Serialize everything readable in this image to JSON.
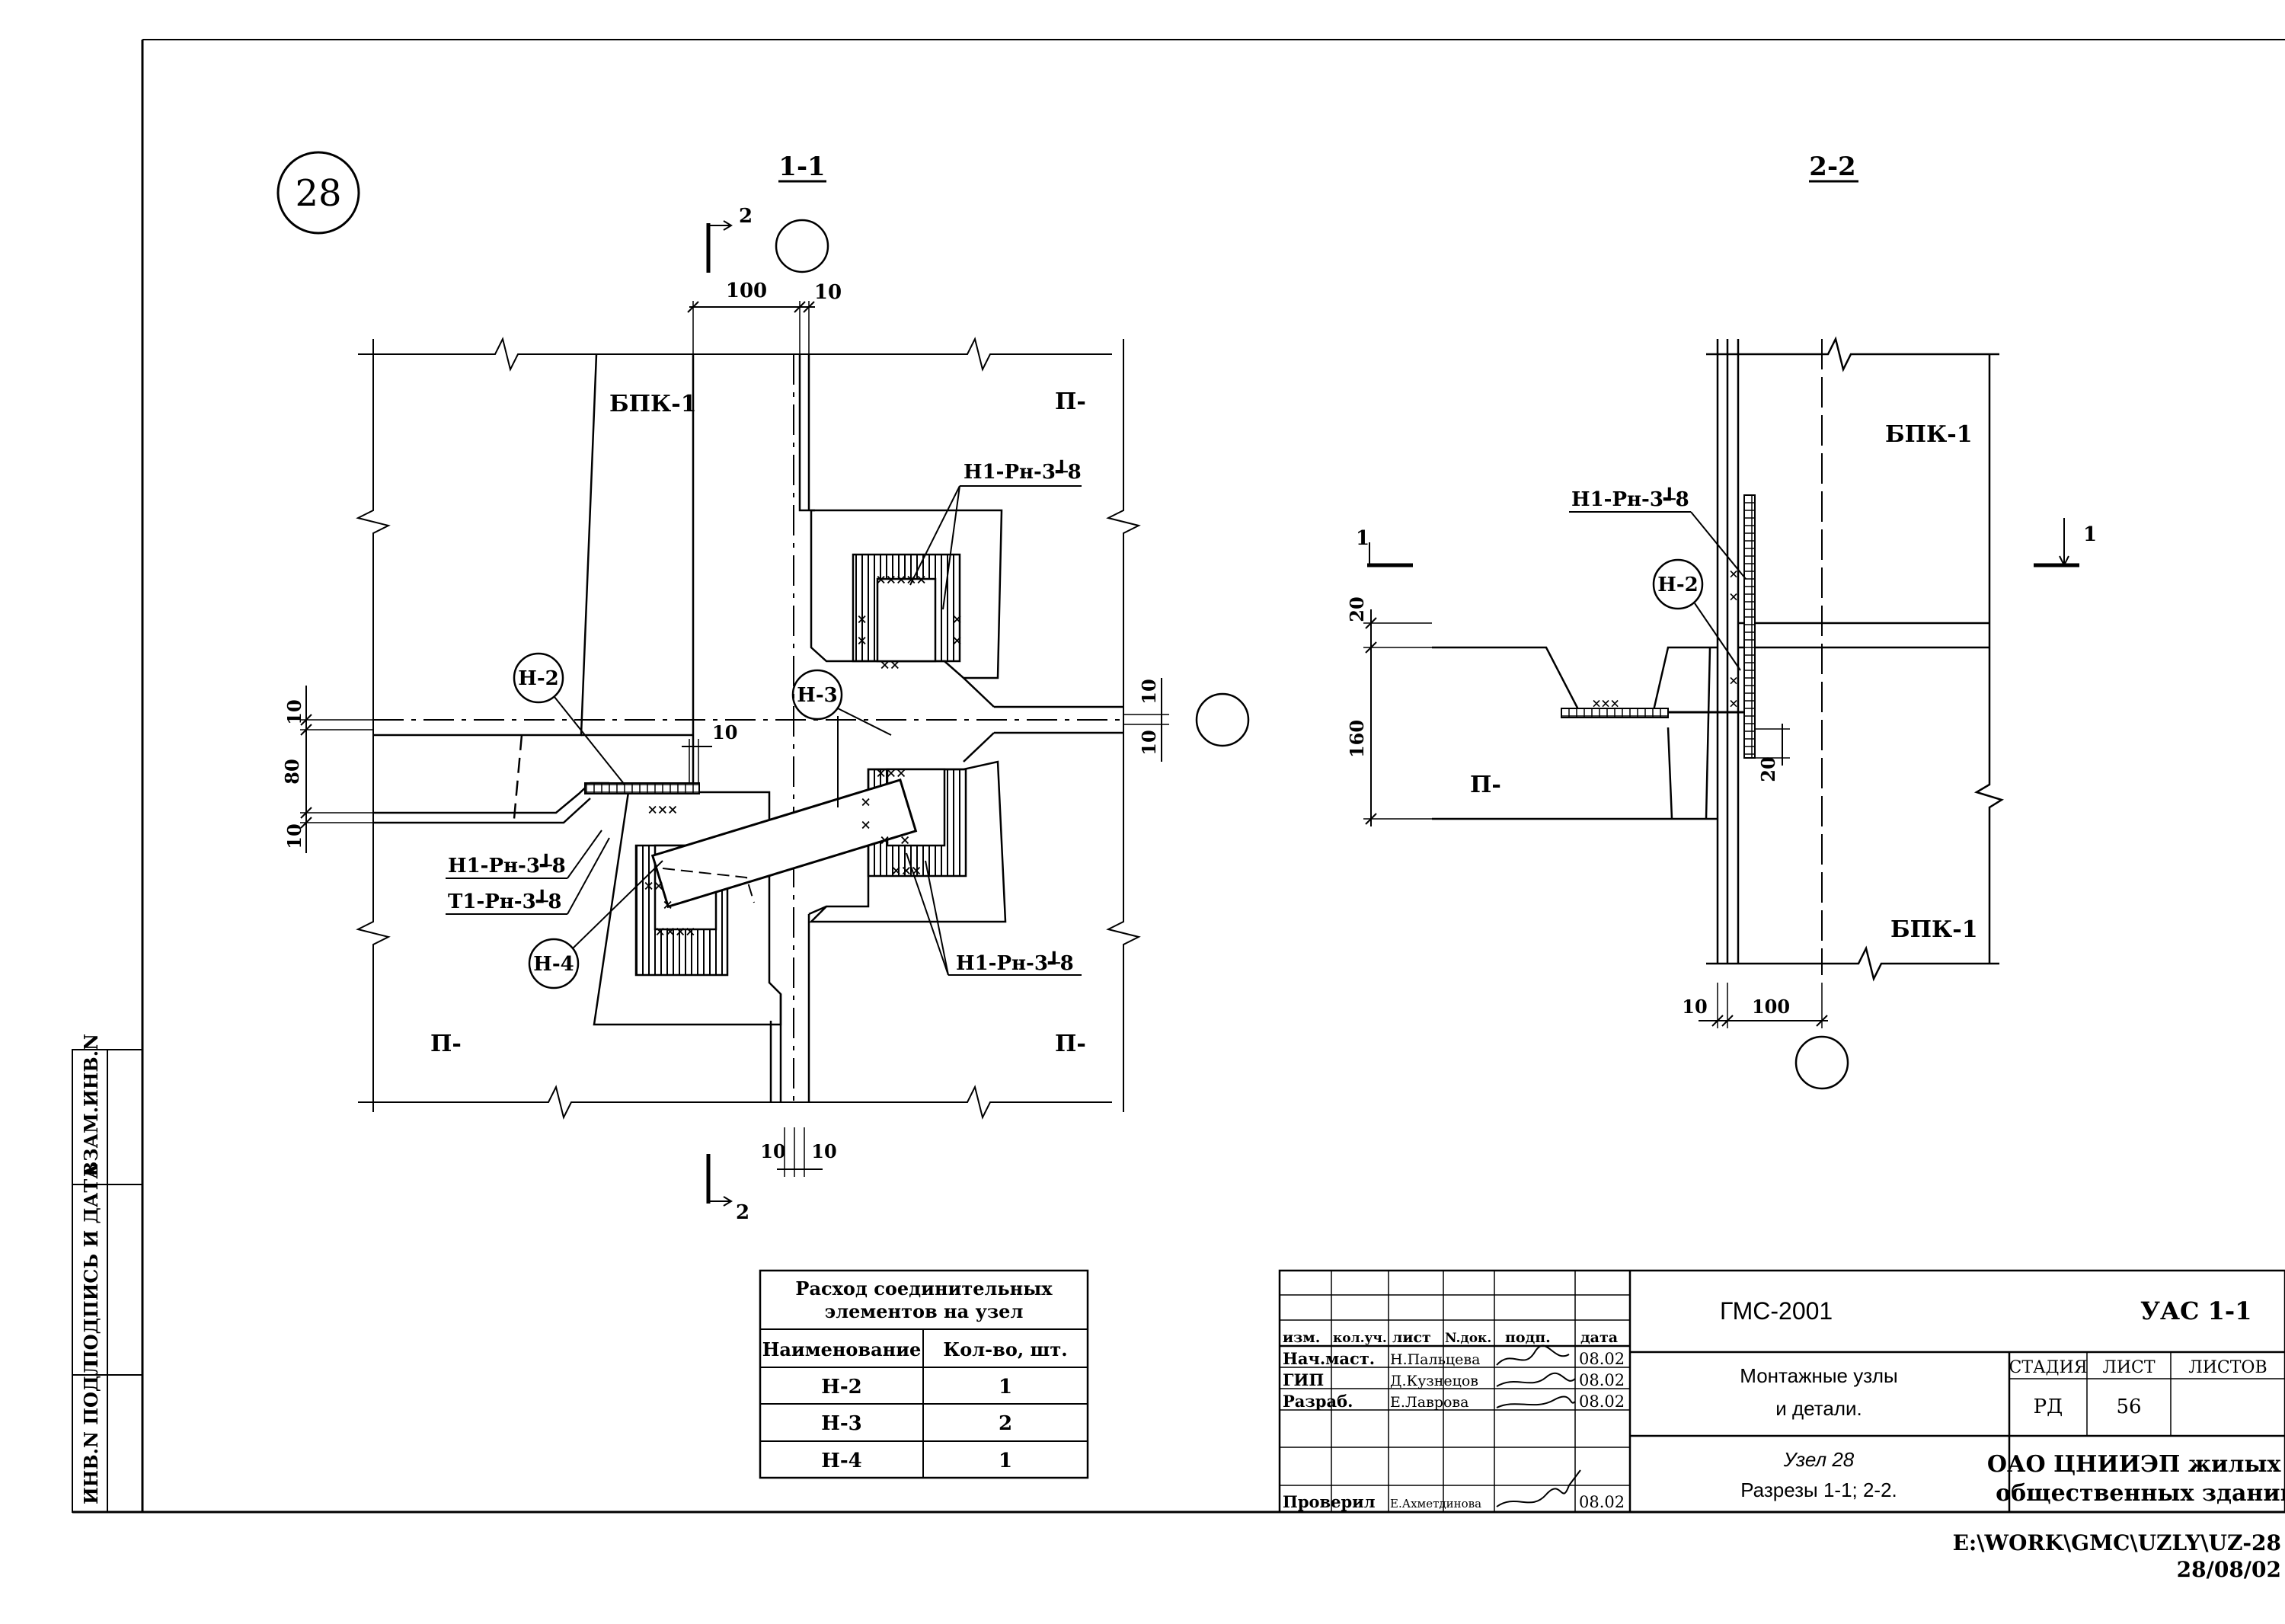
{
  "node_number": "28",
  "section_1": {
    "title": "1-1",
    "cut_label": "2",
    "dim_top_100": "100",
    "dim_top_10": "10",
    "dim_left_10a": "10",
    "dim_left_80": "80",
    "dim_left_10b": "10",
    "dim_mid_10": "10",
    "dim_right_10a": "10",
    "dim_right_10b": "10",
    "dim_bottom_10a": "10",
    "dim_bottom_10b": "10",
    "label_bpk": "БПК-1",
    "label_p_tr": "П-",
    "label_p_bl": "П-",
    "label_p_br": "П-",
    "tag_n2": "Н-2",
    "tag_n3": "Н-3",
    "tag_n4": "Н-4",
    "weld_top": "Н1-Рн-3┹8",
    "weld_left_1": "Н1-Рн-3┹8",
    "weld_left_2": "Т1-Рн-3┹8",
    "weld_bottom": "Н1-Рн-3┹8"
  },
  "section_2": {
    "title": "2-2",
    "cut_label": "1",
    "dim_20_top": "20",
    "dim_160": "160",
    "dim_20_right": "20",
    "dim_bottom_10": "10",
    "dim_bottom_100": "100",
    "label_bpk_top": "БПК-1",
    "label_bpk_bottom": "БПК-1",
    "label_p": "П-",
    "tag_n2": "Н-2",
    "weld": "Н1-Рн-3┹8"
  },
  "spec_table": {
    "title_line1": "Расход соединительных",
    "title_line2": "элементов на узел",
    "headers": [
      "Наименование",
      "Кол-во, шт."
    ],
    "rows": [
      [
        "Н-2",
        "1"
      ],
      [
        "Н-3",
        "2"
      ],
      [
        "Н-4",
        "1"
      ]
    ]
  },
  "side_stamp": {
    "col1": "ИНВ.N ПОДЛ",
    "col2": "ПОДПИСЬ И ДАТА",
    "col3": "ВЗАМ.ИНВ.N"
  },
  "title_block": {
    "code": "ГМС-2001",
    "sheet_code": "УАС 1-1",
    "header_cols": [
      "изм.",
      "кол.уч.",
      "лист",
      "N.док.",
      "подп.",
      "дата"
    ],
    "staff": [
      {
        "role": "Нач.маст.",
        "name": "Н.Пальцева",
        "date": "08.02"
      },
      {
        "role": "ГИП",
        "name": "Д.Кузнецов",
        "date": "08.02"
      },
      {
        "role": "Разраб.",
        "name": "Е.Лаврова",
        "date": "08.02"
      },
      {
        "role": "Проверил",
        "name": "Е.Ахметдинова",
        "date": "08.02"
      }
    ],
    "doc_title_1": "Монтажные узлы",
    "doc_title_2": "и детали.",
    "sub_title_1": "Узел 28",
    "sub_title_2": "Разрезы 1-1; 2-2.",
    "stage_header": "СТАДИЯ",
    "sheet_header": "ЛИСТ",
    "sheets_header": "ЛИСТОВ",
    "stage_value": "РД",
    "sheet_value": "56",
    "sheets_value": "",
    "org_line1": "ОАО ЦНИИЭП жилых и",
    "org_line2": "общественных зданий"
  },
  "file_path": "E:\\WORK\\GMC\\UZLY\\UZ-28",
  "file_date": "28/08/02"
}
